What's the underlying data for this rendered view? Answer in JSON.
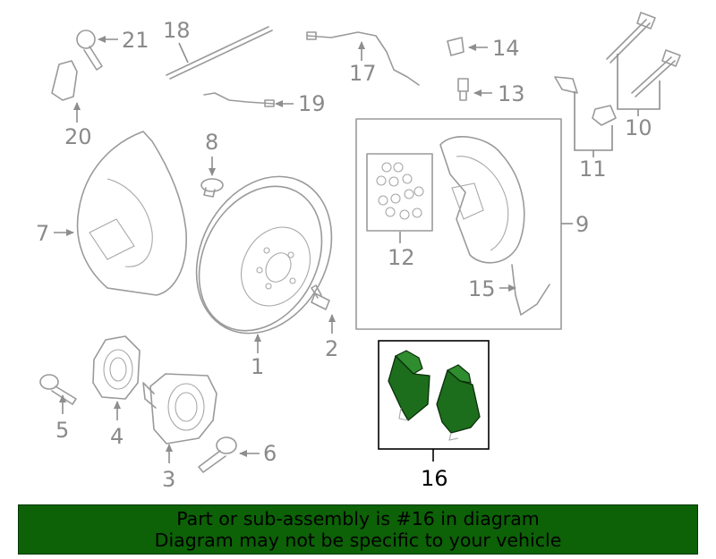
{
  "colors": {
    "banner_bg": "#0d6107",
    "banner_text": "#000000",
    "highlight_part": "#1c6e1c",
    "line_gray": "#9a9a9a"
  },
  "callouts": {
    "c1": "1",
    "c2": "2",
    "c3": "3",
    "c4": "4",
    "c5": "5",
    "c6": "6",
    "c7": "7",
    "c8": "8",
    "c9": "9",
    "c10": "10",
    "c11": "11",
    "c12": "12",
    "c13": "13",
    "c14": "14",
    "c15": "15",
    "c16": "16",
    "c17": "17",
    "c18": "18",
    "c19": "19",
    "c20": "20",
    "c21": "21"
  },
  "highlighted_part": "16",
  "banner": {
    "line1": "Part or sub-assembly is #16 in diagram",
    "line2": "Diagram may not be specific to your vehicle"
  }
}
